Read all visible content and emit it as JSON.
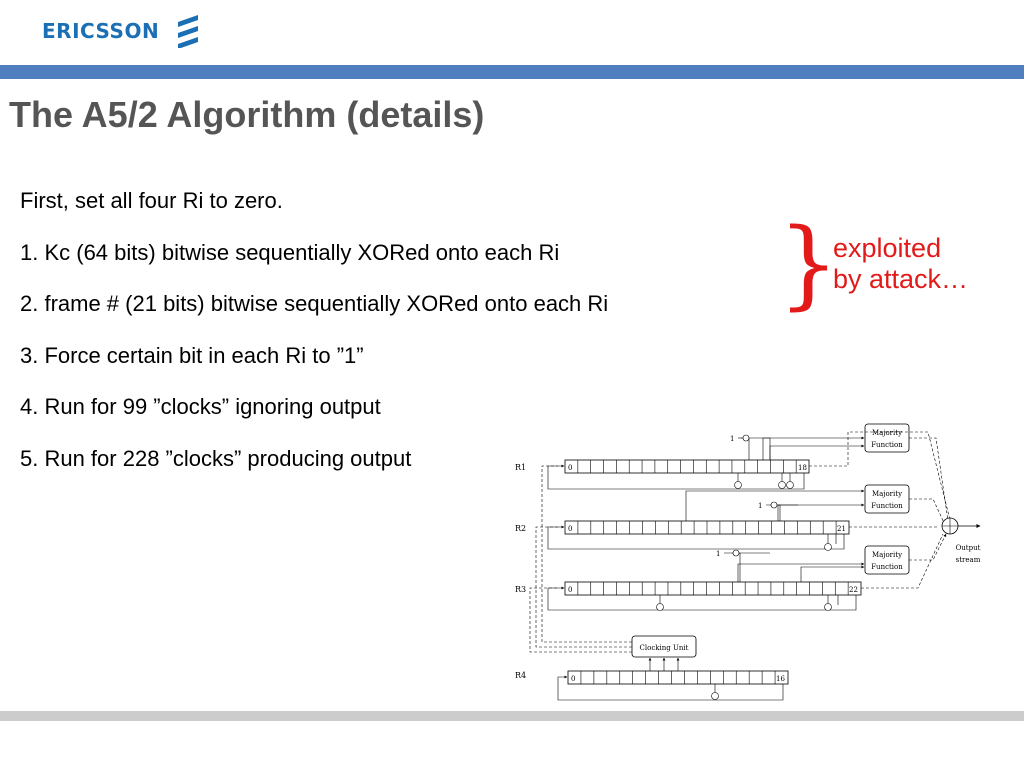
{
  "brand": {
    "name": "ERICSSON",
    "color": "#1b6fb5",
    "icon": "ericsson-wave-icon"
  },
  "colors": {
    "top_bar": "#4f7fbe",
    "bottom_bar": "#cccccc",
    "title": "#555555",
    "annotation": "#e21a1a"
  },
  "title": "The A5/2 Algorithm (details)",
  "steps": [
    "First, set all four Ri to zero.",
    "1. Kc (64 bits) bitwise sequentially XORed onto each Ri",
    "2. frame # (21 bits) bitwise sequentially XORed onto each Ri",
    "3. Force certain bit in each Ri to ”1”",
    "4. Run for 99 ”clocks” ignoring output",
    "5. Run for 228 ”clocks” producing output"
  ],
  "annotation": {
    "brace": "}",
    "line1": "exploited",
    "line2": "by attack…"
  },
  "diagram": {
    "registers": [
      {
        "label": "R1",
        "cells": 19,
        "first": "0",
        "last": "18"
      },
      {
        "label": "R2",
        "cells": 22,
        "first": "0",
        "last": "21"
      },
      {
        "label": "R3",
        "cells": 23,
        "first": "0",
        "last": "22"
      },
      {
        "label": "R4",
        "cells": 17,
        "first": "0",
        "last": "16"
      }
    ],
    "majority_function": {
      "line1": "Majority",
      "line2": "Function"
    },
    "forced_one": "1",
    "clocking_unit": "Clocking Unit",
    "output": {
      "line1": "Output",
      "line2": "stream"
    }
  }
}
